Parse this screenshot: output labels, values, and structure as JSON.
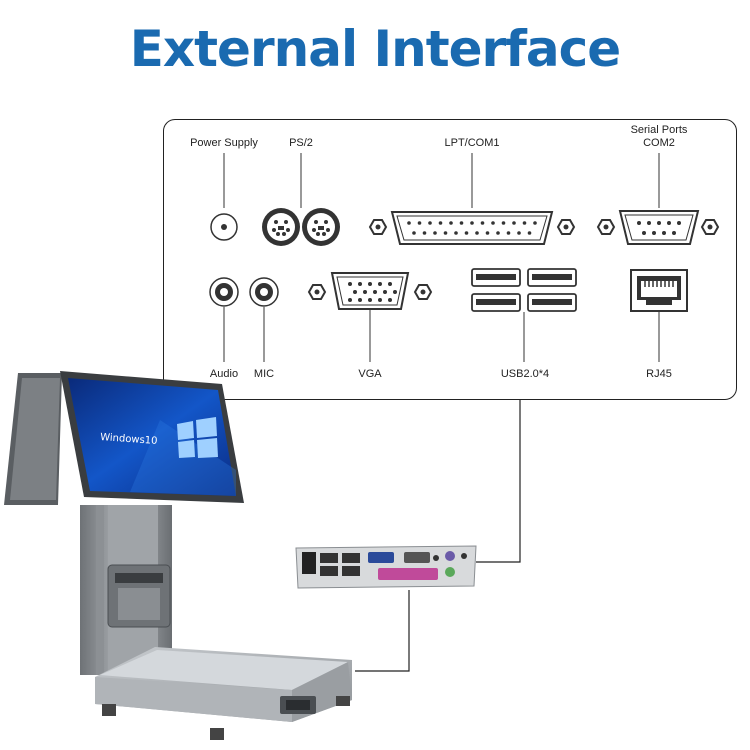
{
  "title": "External Interface",
  "ports": {
    "power_supply": "Power Supply",
    "ps2": "PS/2",
    "lpt_com1": "LPT/COM1",
    "serial_line1": "Serial Ports",
    "serial_line2": "COM2",
    "audio": "Audio",
    "mic": "MIC",
    "vga": "VGA",
    "usb": "USB2.0*4",
    "rj45": "RJ45"
  },
  "screen": {
    "os_label": "Windows10"
  }
}
